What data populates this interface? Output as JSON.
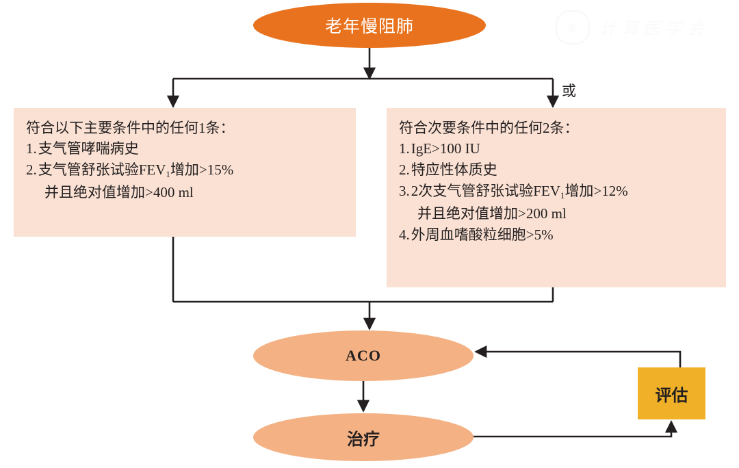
{
  "diagram": {
    "title_node": {
      "label": "老年慢阻肺",
      "fill": "#e8721e",
      "text_color": "#ffffff"
    },
    "branch_label": "或",
    "major_box": {
      "heading": "符合以下主要条件中的任何1条：",
      "fill": "#fae1d3",
      "items": [
        {
          "num": "1.",
          "text": "支气管哮喘病史",
          "cont": ""
        },
        {
          "num": "2.",
          "text_pre": "支气管舒张试验FEV",
          "sub": "1",
          "text_post": "增加>15%",
          "cont": "并且绝对值增加>400 ml"
        }
      ]
    },
    "minor_box": {
      "heading": "符合次要条件中的任何2条：",
      "fill": "#fae1d3",
      "items": [
        {
          "num": "1.",
          "text": "IgE>100  IU",
          "cont": ""
        },
        {
          "num": "2.",
          "text": "特应性体质史",
          "cont": ""
        },
        {
          "num": "3.",
          "text_pre": "2次支气管舒张试验FEV",
          "sub": "1",
          "text_post": "增加>12%",
          "cont": "并且绝对值增加>200 ml"
        },
        {
          "num": "4.",
          "text": "外周血嗜酸粒细胞>5%",
          "cont": ""
        }
      ]
    },
    "aco_node": {
      "label": "ACO",
      "fill": "#f4b183",
      "text_color": "#231f20"
    },
    "treatment_node": {
      "label": "治疗",
      "fill": "#f4b183",
      "text_color": "#231f20"
    },
    "evaluation_node": {
      "label": "评估",
      "fill": "#f0b028",
      "text_color": "#231f20"
    },
    "connector_color": "#231f20",
    "watermark": {
      "seal_text": "医",
      "text": "计算医学会"
    }
  }
}
